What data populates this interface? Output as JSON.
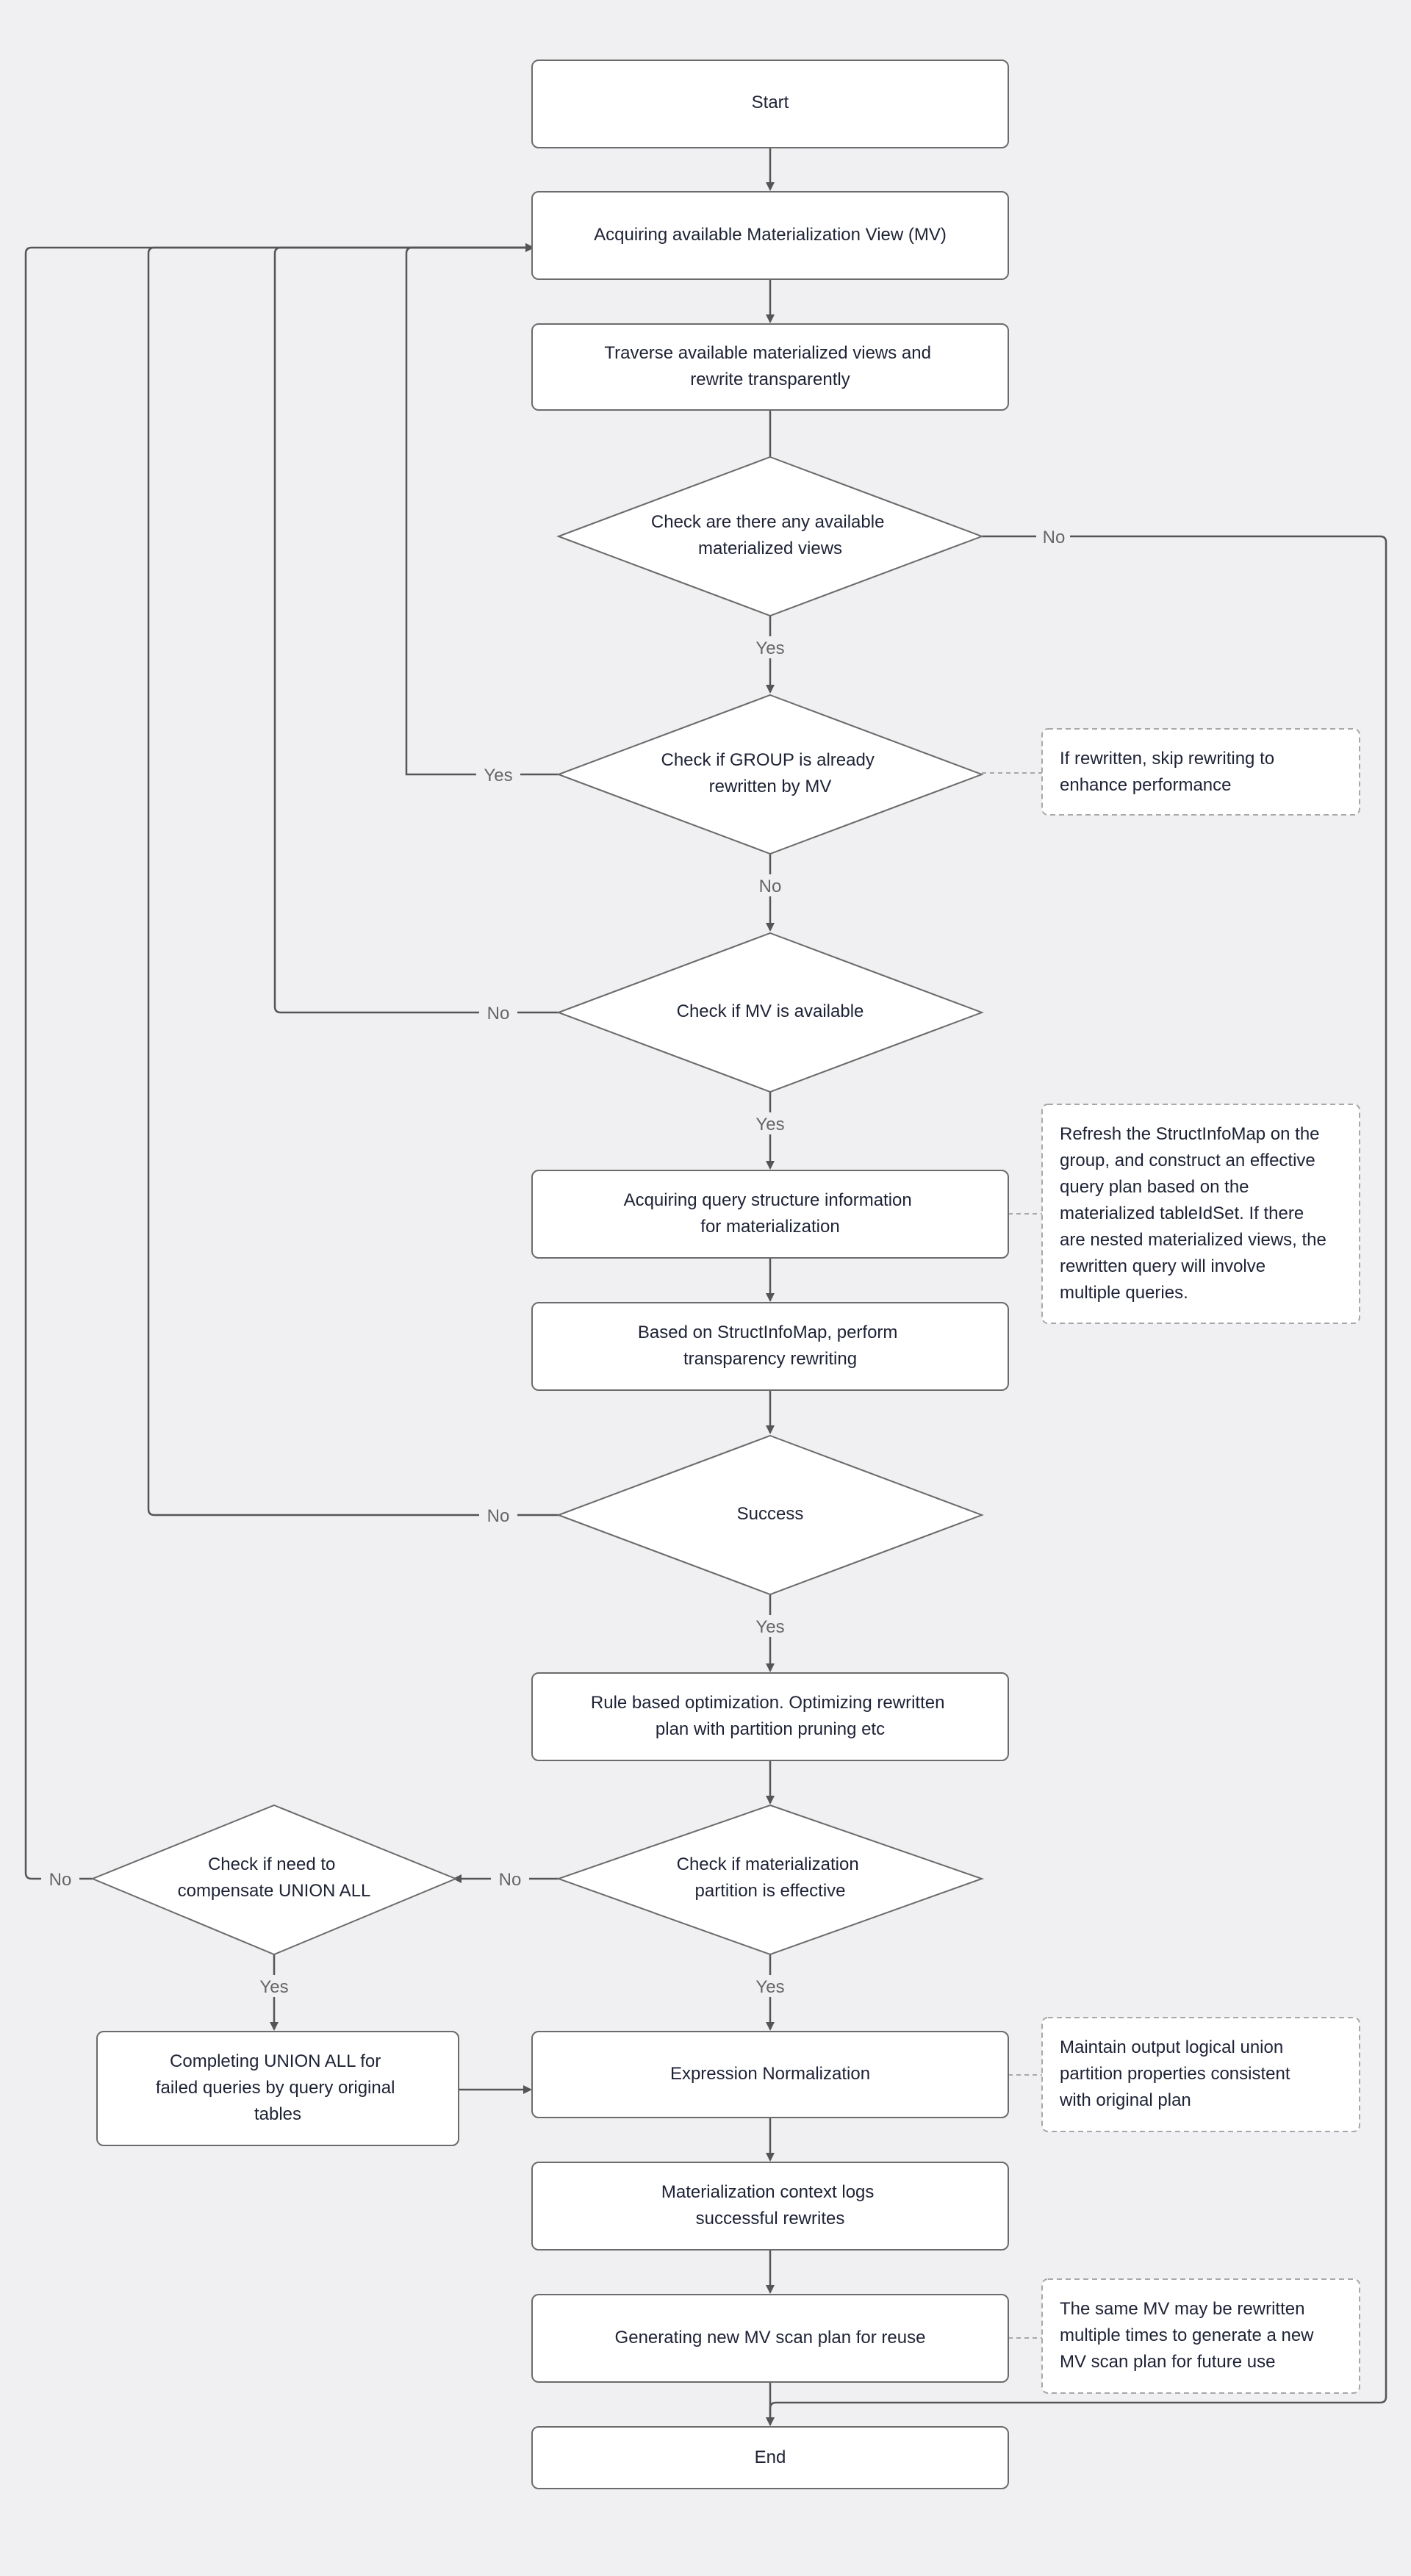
{
  "nodes": {
    "start": [
      "Start"
    ],
    "acquire_mv": [
      "Acquiring available Materialization View (MV)"
    ],
    "traverse": [
      "Traverse available materialized views and",
      "rewrite transparently"
    ],
    "check_available": [
      "Check are there any available",
      "materialized views"
    ],
    "check_group": [
      "Check if GROUP is already",
      "rewritten by MV"
    ],
    "check_mv_available": [
      "Check if  MV is available"
    ],
    "acquire_struct": [
      "Acquiring query structure information",
      "for materialization"
    ],
    "struct_rewrite": [
      "Based on StructInfoMap, perform",
      "transparency rewriting"
    ],
    "success": [
      "Success"
    ],
    "rbo": [
      "Rule based optimization. Optimizing rewritten",
      "plan with partition pruning etc"
    ],
    "check_partition": [
      "Check if materialization",
      "partition is effective"
    ],
    "check_union": [
      "Check if need to",
      "compensate UNION ALL"
    ],
    "complete_union": [
      "Completing UNION ALL for",
      "failed queries by query original",
      "tables"
    ],
    "expr_norm": [
      "Expression Normalization"
    ],
    "context_logs": [
      "Materialization context logs",
      "successful rewrites"
    ],
    "gen_scan": [
      "Generating new MV scan plan for reuse"
    ],
    "end": [
      "End"
    ]
  },
  "notes": {
    "skip_rewrite": [
      "If rewritten, skip rewriting to",
      "enhance performance"
    ],
    "refresh_struct": [
      "Refresh the StructInfoMap on the",
      "group, and construct an effective",
      "query plan based on the",
      "materialized tableIdSet. If there",
      "are nested materialized views, the",
      "rewritten query will involve",
      "multiple queries."
    ],
    "maintain_union": [
      "Maintain output logical union",
      "partition properties consistent",
      "with original plan"
    ],
    "same_mv": [
      "The same MV may be rewritten",
      "multiple times to generate a new",
      "MV scan plan for future use"
    ]
  },
  "edge_labels": {
    "available_no": "No",
    "available_yes": "Yes",
    "group_yes": "Yes",
    "group_no": "No",
    "mv_available_no": "No",
    "mv_available_yes": "Yes",
    "success_no": "No",
    "success_yes": "Yes",
    "partition_no": "No",
    "partition_yes": "Yes",
    "union_no": "No",
    "union_yes": "Yes"
  }
}
